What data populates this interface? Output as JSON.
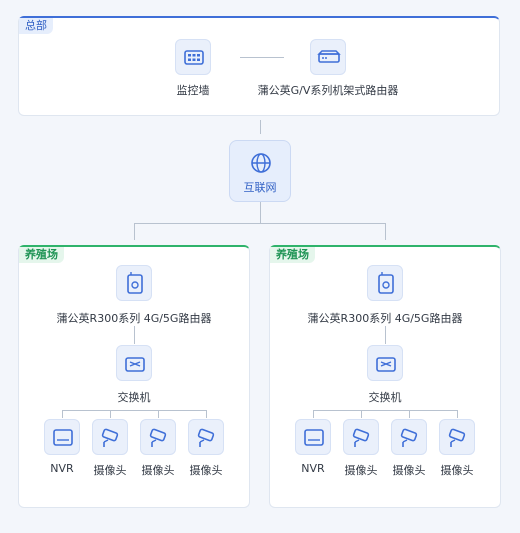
{
  "headquarters": {
    "tag": "总部",
    "monitor_wall_label": "监控墙",
    "router_label": "蒲公英G/V系列机架式路由器"
  },
  "internet": {
    "label": "互联网"
  },
  "farms": [
    {
      "tag": "养殖场",
      "router_label": "蒲公英R300系列 4G/5G路由器",
      "switch_label": "交换机",
      "devices": [
        "NVR",
        "摄像头",
        "摄像头",
        "摄像头"
      ]
    },
    {
      "tag": "养殖场",
      "router_label": "蒲公英R300系列 4G/5G路由器",
      "switch_label": "交换机",
      "devices": [
        "NVR",
        "摄像头",
        "摄像头",
        "摄像头"
      ]
    }
  ],
  "colors": {
    "accent": "#3f6fd8",
    "farm_accent": "#2fb36b",
    "icon": "#3f6fd8"
  }
}
